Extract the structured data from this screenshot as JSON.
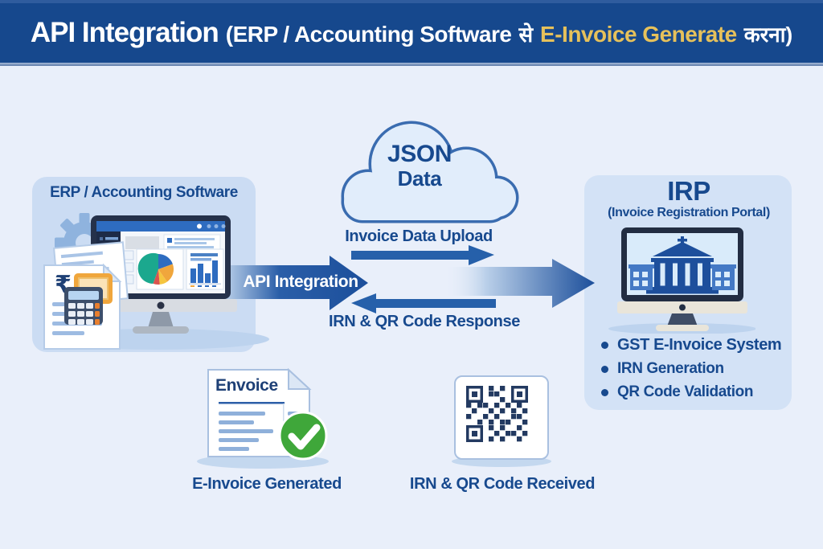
{
  "header": {
    "title": "API Integration",
    "subtitle_open": "(ERP / Accounting Software",
    "hindi_se": "से",
    "highlight": "E-Invoice Generate",
    "hindi_karna": "करना)"
  },
  "erp": {
    "title": "ERP / Accounting Software",
    "rupee_symbol": "₹"
  },
  "cloud": {
    "line1": "JSON",
    "line2": "Data"
  },
  "flow": {
    "api_arrow": "API Integration",
    "upload": "Invoice Data Upload",
    "response": "IRN & QR Code Response"
  },
  "irp": {
    "title": "IRP",
    "subtitle": "(Invoice Registration Portal)",
    "bullets": [
      "GST E-Invoice System",
      "IRN Generation",
      "QR Code Validation"
    ]
  },
  "outputs": {
    "invoice_doc_title": "Envoice",
    "invoice_caption": "E-Invoice Generated",
    "qr_caption": "IRN & QR Code Received"
  },
  "colors": {
    "header_bg": "#16488d",
    "highlight_gold": "#e6c15b",
    "navy_text": "#17498e",
    "arrow_blue": "#1c4f9b",
    "panel_blue": "#cbdcf3",
    "success_green": "#3fa73a",
    "background": "#e9effa"
  }
}
